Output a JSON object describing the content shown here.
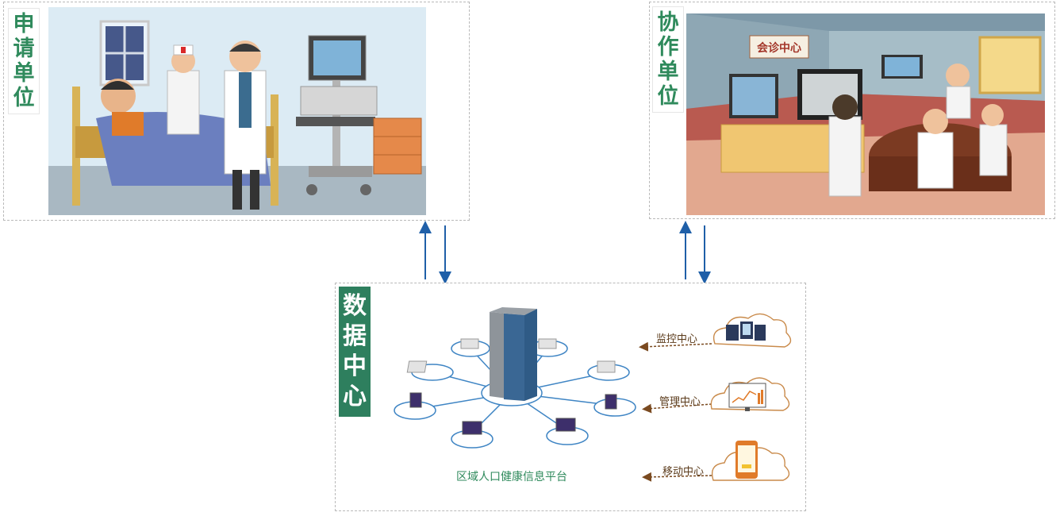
{
  "request_unit": {
    "title_chars": [
      "申",
      "请",
      "单",
      "位"
    ]
  },
  "cooperate_unit": {
    "title_chars": [
      "协",
      "作",
      "单",
      "位"
    ],
    "room_sign": "会诊中心"
  },
  "data_center": {
    "title_chars": [
      "数",
      "据",
      "中",
      "心"
    ],
    "platform_label": "区域人口健康信息平台",
    "services": [
      {
        "label": "监控中心",
        "icon": "monitor-screens-icon"
      },
      {
        "label": "管理中心",
        "icon": "chart-monitor-icon"
      },
      {
        "label": "移动中心",
        "icon": "mobile-phone-icon"
      }
    ]
  },
  "colors": {
    "accent_green": "#2e7f5e",
    "arrow_blue": "#1f5fa8",
    "arrow_brown": "#7a4a20"
  }
}
